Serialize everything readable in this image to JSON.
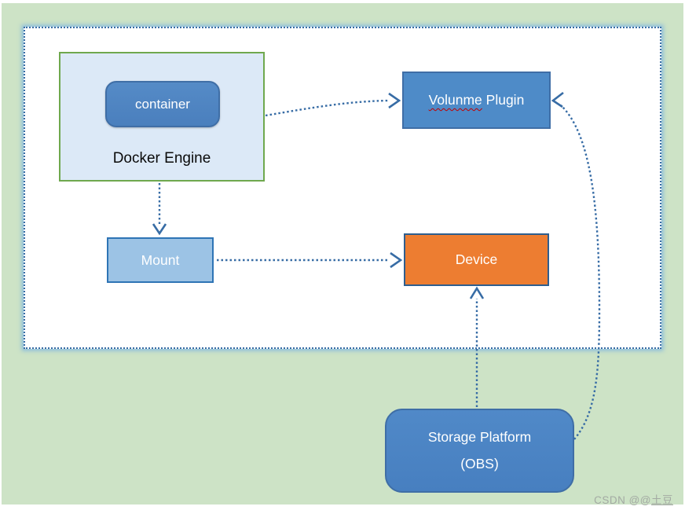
{
  "diagram": {
    "type": "architecture-diagram",
    "nodes": {
      "container": {
        "label": "container"
      },
      "docker_engine": {
        "label": "Docker Engine"
      },
      "volume_plugin": {
        "word_misspelled": "Volunme",
        "word_rest": "Plugin",
        "full_label": "Volunme Plugin"
      },
      "mount": {
        "label": "Mount"
      },
      "device": {
        "label": "Device"
      },
      "storage_platform": {
        "line1": "Storage Platform",
        "line2": "(OBS)"
      }
    },
    "edges": [
      {
        "from": "docker-engine",
        "to": "volume-plugin",
        "style": "dotted-arrow"
      },
      {
        "from": "docker-engine",
        "to": "mount",
        "style": "dotted-arrow"
      },
      {
        "from": "mount",
        "to": "device",
        "style": "dotted-arrow"
      },
      {
        "from": "storage-platform",
        "to": "device",
        "style": "dotted-arrow"
      },
      {
        "from": "storage-platform",
        "to": "volume-plugin",
        "style": "dotted-arrow-curved"
      }
    ]
  },
  "watermark": {
    "prefix": "CSDN @@",
    "underlined": "土豆"
  },
  "colors": {
    "canvas_green": "#cde3c6",
    "panel_white": "#ffffff",
    "panel_border_blue": "#376ca5",
    "panel_glow": "#7db4e1",
    "docker_engine_fill": "#dce9f7",
    "docker_engine_border_green": "#6fa84e",
    "container_fill": "#4a7fbd",
    "volume_plugin_fill": "#4e8bc8",
    "mount_fill": "#9cc3e5",
    "device_fill": "#ed7d31",
    "storage_platform_fill": "#4a86c5",
    "node_border_blue": "#3f6ea6",
    "arrow_blue": "#376ca5",
    "spellcheck_red": "#c00000",
    "node_text": "#ffffff",
    "docker_engine_text": "#0a0a0a",
    "watermark_gray": "#a3aaa3"
  }
}
